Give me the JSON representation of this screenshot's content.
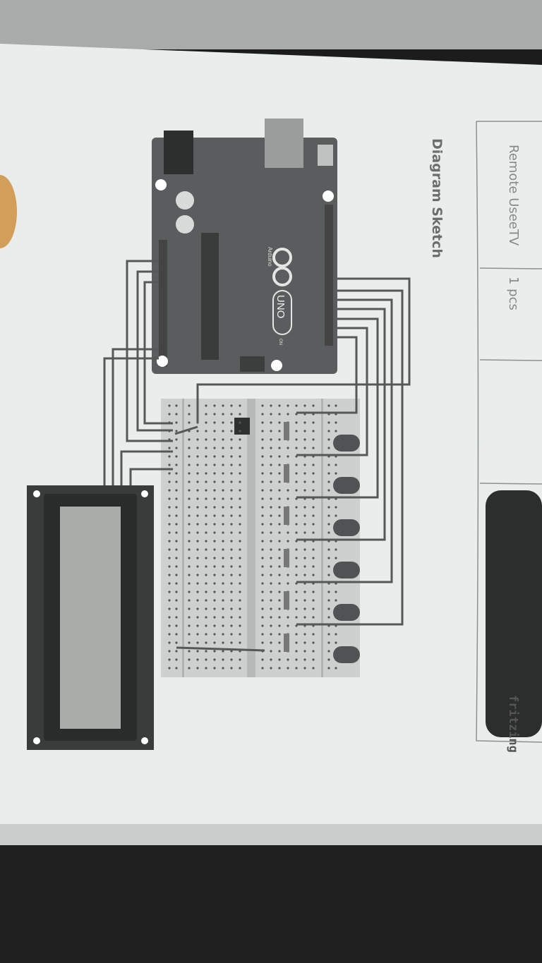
{
  "table": {
    "item_label": "Remote UseeTV",
    "quantity": "1 pcs"
  },
  "heading": "Diagram Sketch",
  "board": {
    "brand": "Arduino",
    "model": "UNO",
    "on_label": "ON"
  },
  "credit": "fritzing",
  "colors": {
    "paper": "#e9eeed",
    "board": "#5a5d5d",
    "wire": "#555858",
    "lcd_screen": "#a9aca8"
  }
}
